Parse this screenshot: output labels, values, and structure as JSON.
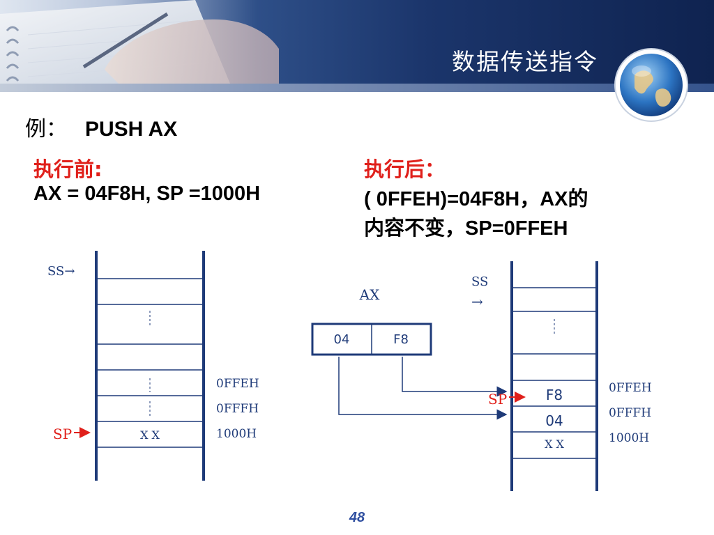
{
  "slide": {
    "title": "数据传送指令",
    "page_number": "48"
  },
  "example": {
    "label": "例：",
    "instruction": "PUSH AX"
  },
  "before": {
    "heading": "执行前:",
    "state": "AX = 04F8H, SP =1000H"
  },
  "after": {
    "heading": "执行后：",
    "state_line1": "( 0FFEH)=04F8H，AX的",
    "state_line2": "内容不变，SP=0FFEH"
  },
  "stack_before": {
    "ss_label": "SS→",
    "sp_label": "SP",
    "cell_value": "X X",
    "addresses": [
      "0FFEH",
      "0FFFH",
      "1000H"
    ]
  },
  "register": {
    "name": "AX",
    "high": "04",
    "low": "F8"
  },
  "stack_after": {
    "ss_label": "SS",
    "ss_arrow": "→",
    "sp_label": "SP",
    "cells": [
      "F8",
      "04",
      "X X"
    ],
    "addresses": [
      "0FFEH",
      "0FFFH",
      "1000H"
    ]
  },
  "colors": {
    "title_text": "#ffffff",
    "header_dark": "#1b356b",
    "sp_red": "#e0201b",
    "label_blue": "#1e3a78",
    "stack_line": "#1e3a78"
  }
}
